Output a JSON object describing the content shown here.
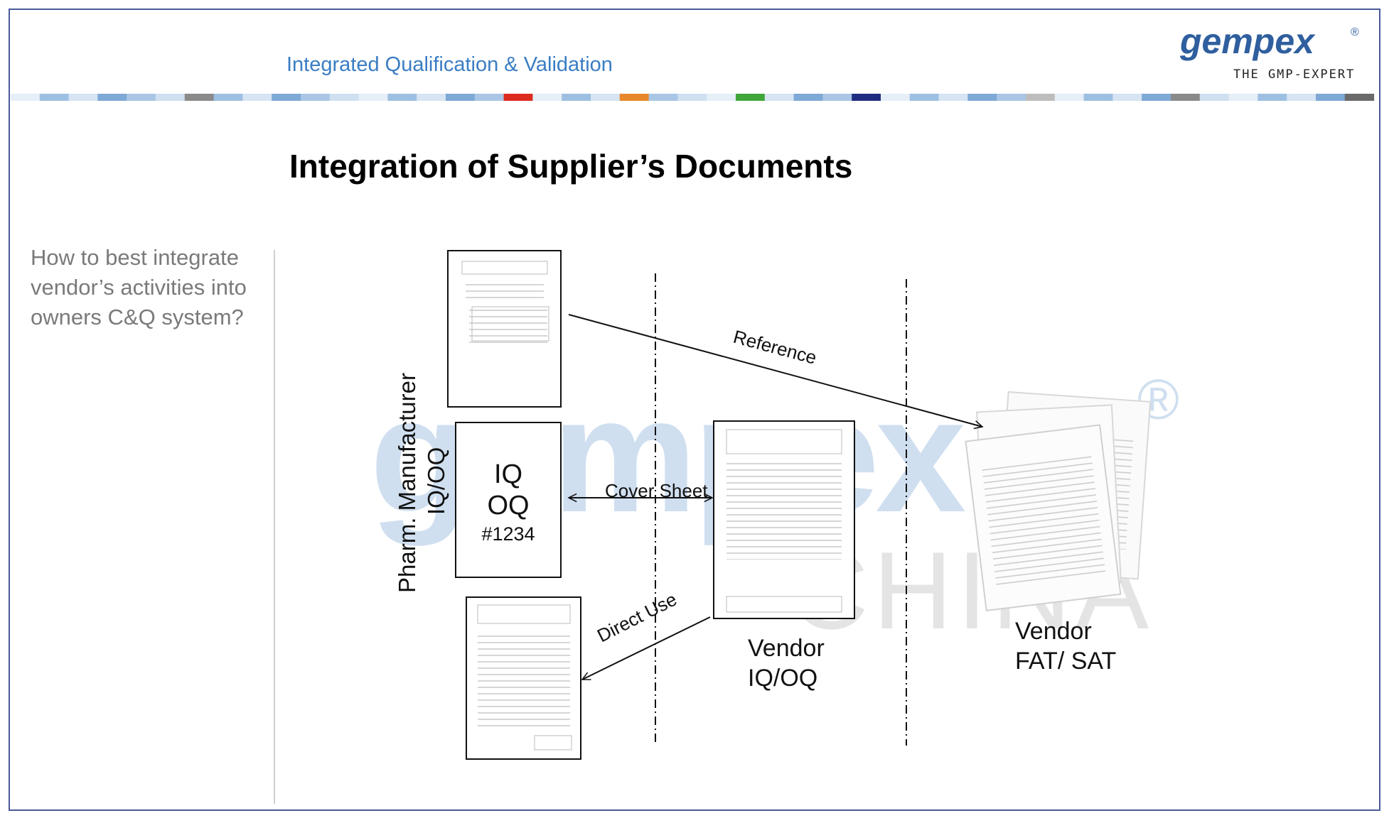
{
  "header": {
    "subtitle": "Integrated Qualification & Validation",
    "brand": "gempex",
    "brand_registered": "®",
    "tagline": "THE GMP-EXPERT",
    "accent_color": "#3a7dc4"
  },
  "slide": {
    "title": "Integration of Supplier’s Documents",
    "side_question": "How to best integrate vendor’s activities into owners C&Q system?"
  },
  "diagram": {
    "manufacturer_label_line1": "Pharm. Manufacturer",
    "manufacturer_label_line2": "IQ/OQ",
    "doc_box_line1": "IQ",
    "doc_box_line2": "OQ",
    "doc_box_line3": "#1234",
    "arrow_reference": "Reference",
    "arrow_cover_sheet": "Cover Sheet",
    "arrow_direct_use": "Direct Use",
    "vendor_iqoq_line1": "Vendor",
    "vendor_iqoq_line2": "IQ/OQ",
    "vendor_fat_line1": "Vendor",
    "vendor_fat_line2": "FAT/ SAT",
    "watermark_brand": "gempex",
    "watermark_country": "CHINA",
    "watermark_registered": "®"
  }
}
